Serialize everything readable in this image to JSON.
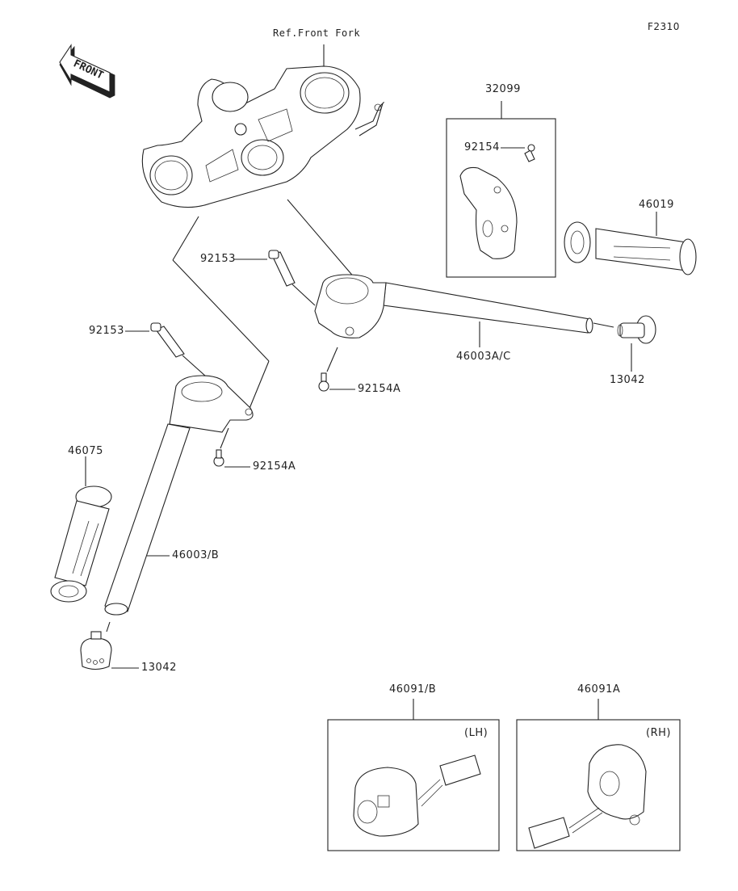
{
  "figure_code": "F2310",
  "front_indicator": "FRONT",
  "reference_label": "Ref.Front Fork",
  "parts": [
    {
      "id": "32099",
      "name": "throttle-housing",
      "boxed": true
    },
    {
      "id": "92154",
      "name": "throttle-housing-screw"
    },
    {
      "id": "46019",
      "name": "throttle-grip"
    },
    {
      "id": "92153",
      "name": "clamp-bolt-right"
    },
    {
      "id": "92153",
      "name": "clamp-bolt-left"
    },
    {
      "id": "46003A/C",
      "name": "handlebar-right"
    },
    {
      "id": "13042",
      "name": "bar-end-weight-right"
    },
    {
      "id": "92154A",
      "name": "clamp-screw-right"
    },
    {
      "id": "92154A",
      "name": "clamp-screw-left"
    },
    {
      "id": "46075",
      "name": "handle-grip-left"
    },
    {
      "id": "46003/B",
      "name": "handlebar-left"
    },
    {
      "id": "13042",
      "name": "bar-end-weight-left"
    },
    {
      "id": "46091/B",
      "name": "switch-assembly-left",
      "boxed": true,
      "side": "(LH)"
    },
    {
      "id": "46091A",
      "name": "switch-assembly-right",
      "boxed": true,
      "side": "(RH)"
    }
  ]
}
